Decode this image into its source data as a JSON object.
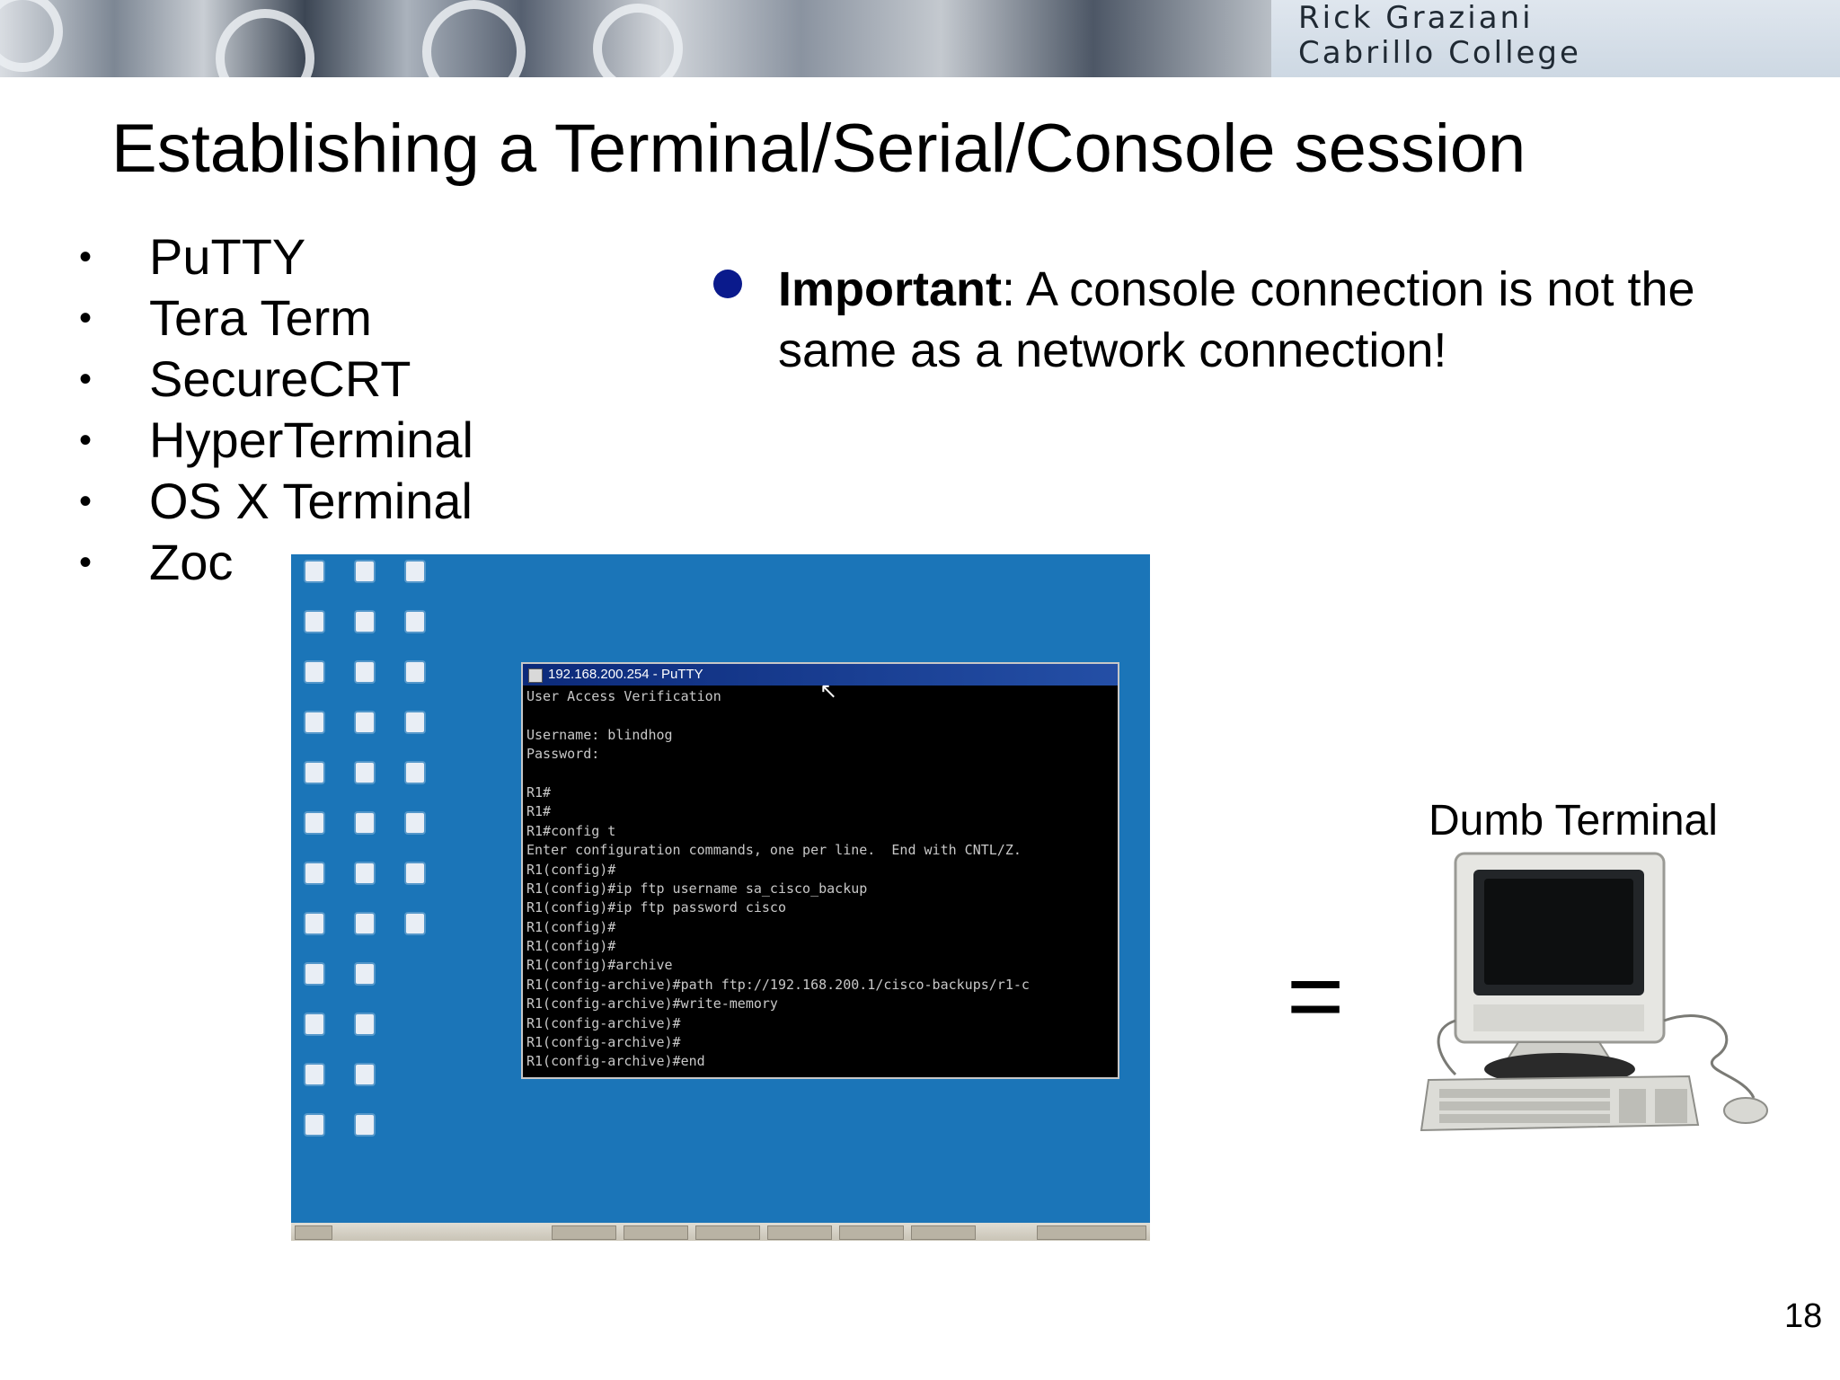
{
  "banner": {
    "author_name": "Rick Graziani",
    "institution": "Cabrillo College"
  },
  "slide": {
    "title": "Establishing a Terminal/Serial/Console session",
    "tools": [
      "PuTTY",
      "Tera Term",
      "SecureCRT",
      "HyperTerminal",
      "OS X Terminal",
      "Zoc"
    ],
    "note": {
      "bold": "Important",
      "text": ": A console connection is not the same as a network connection!"
    },
    "equals": "=",
    "device_label": "Dumb Terminal",
    "page_number": "18"
  },
  "putty_window": {
    "title": "192.168.200.254 - PuTTY",
    "lines": [
      "User Access Verification",
      "",
      "Username: blindhog",
      "Password:",
      "",
      "R1#",
      "R1#",
      "R1#config t",
      "Enter configuration commands, one per line.  End with CNTL/Z.",
      "R1(config)#",
      "R1(config)#ip ftp username sa_cisco_backup",
      "R1(config)#ip ftp password cisco",
      "R1(config)#",
      "R1(config)#",
      "R1(config)#archive",
      "R1(config-archive)#path ftp://192.168.200.1/cisco-backups/r1-c",
      "R1(config-archive)#write-memory",
      "R1(config-archive)#",
      "R1(config-archive)#",
      "R1(config-archive)#end"
    ]
  },
  "colors": {
    "desktop_background": "#1b75b8",
    "bullet_dot": "#0a1a8c",
    "putty_titlebar": "#0c2a7a"
  },
  "icons": {
    "banner": "gears-graphic",
    "desktop": "desktop-icon",
    "cursor": "mouse-cursor-icon",
    "device": "crt-terminal-icon"
  }
}
